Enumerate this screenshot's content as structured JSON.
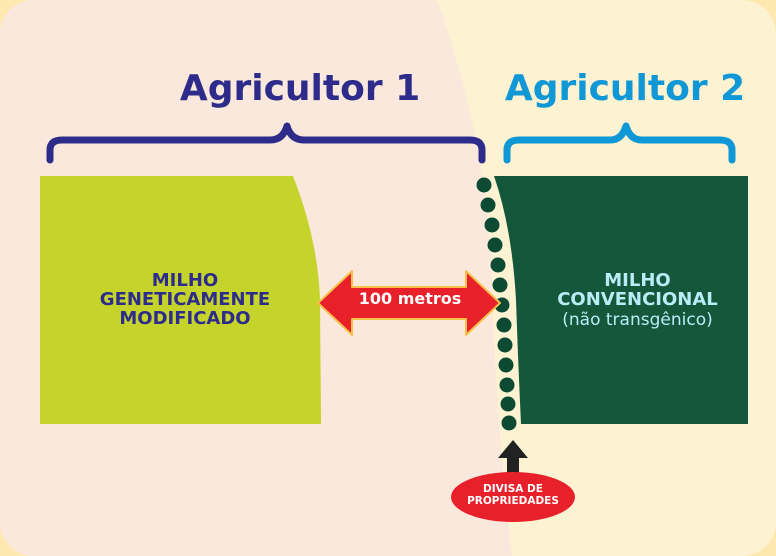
{
  "farmer1": {
    "title": "Agricultor 1",
    "color": "#2e2c8a"
  },
  "farmer2": {
    "title": "Agricultor 2",
    "color": "#0f97d6"
  },
  "gm_field": {
    "lines": [
      "MILHO",
      "GENETICAMENTE",
      "MODIFICADO"
    ],
    "color": "#c5d42a"
  },
  "conventional_field": {
    "lines": [
      "MILHO",
      "CONVENCIONAL"
    ],
    "subtitle": "(não transgênico)",
    "color": "#14573a"
  },
  "distance": {
    "label": "100 metros",
    "color": "#e8202a"
  },
  "property_border": {
    "lines": [
      "DIVISA DE",
      "PROPRIEDADES"
    ],
    "color": "#e8202a"
  }
}
